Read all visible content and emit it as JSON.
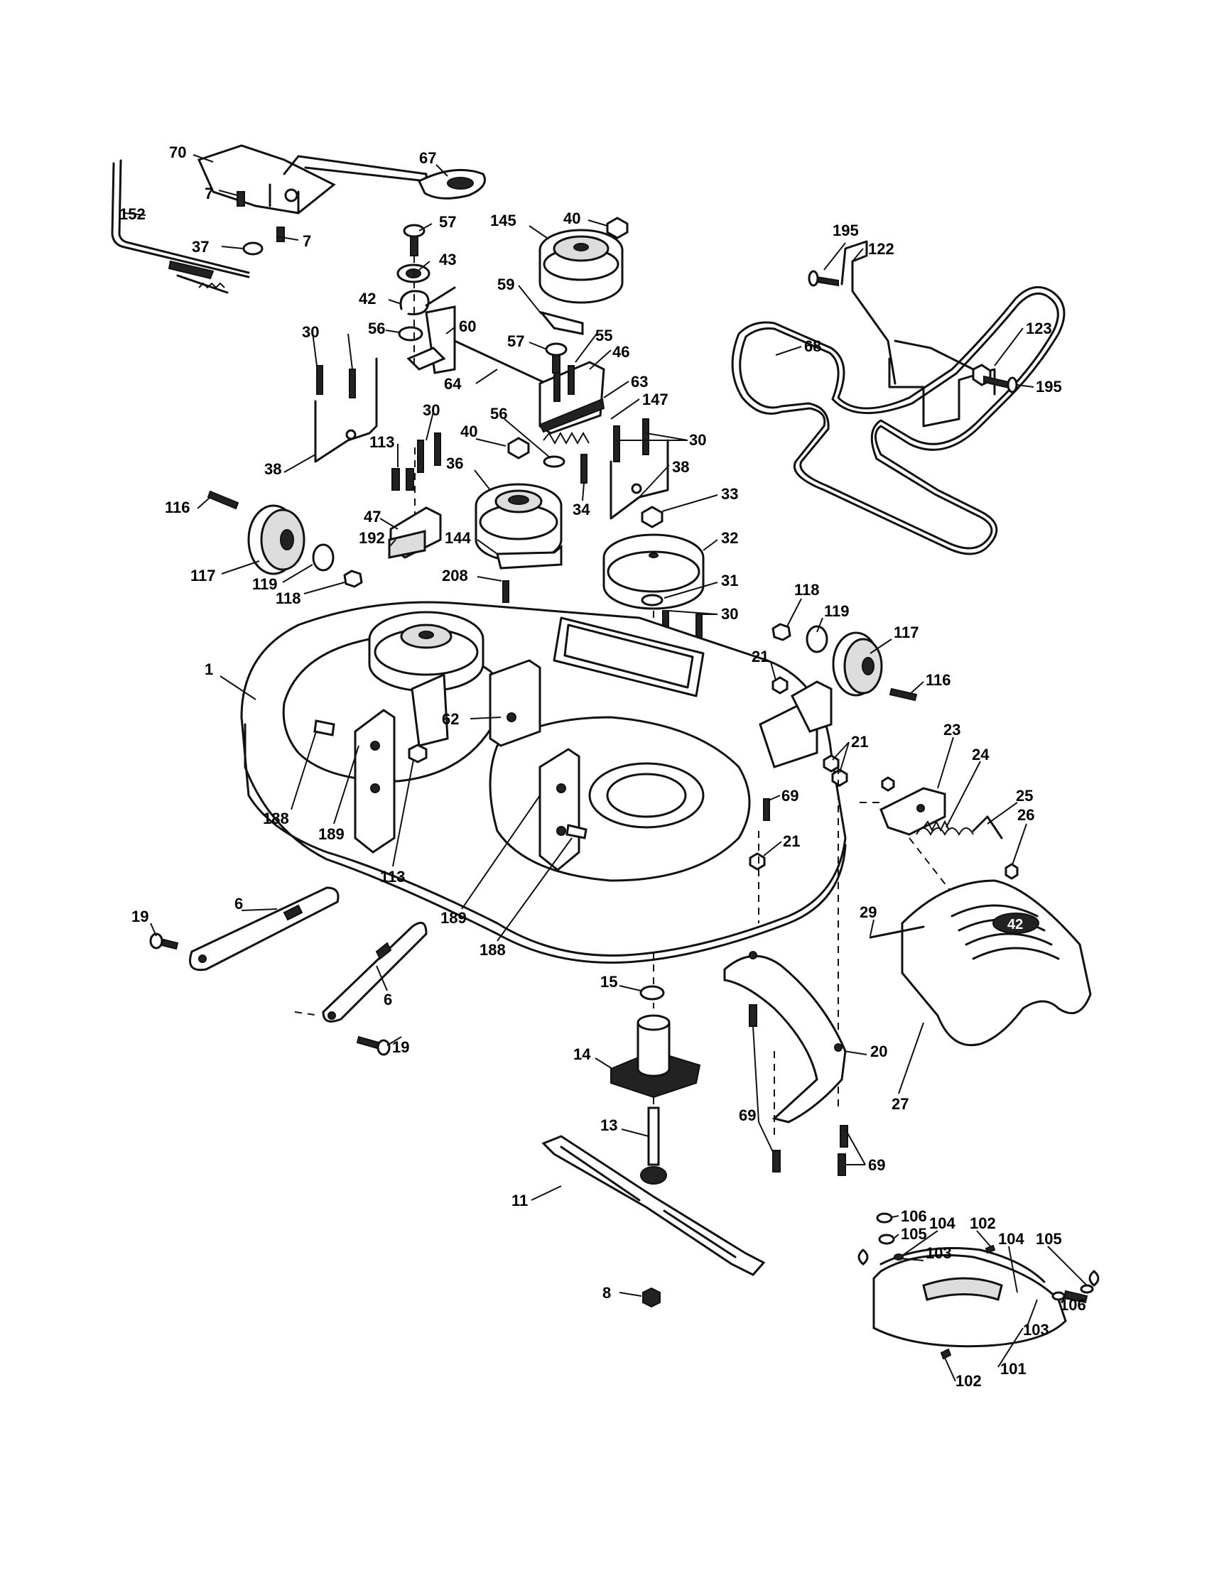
{
  "callouts": [
    {
      "id": "70",
      "label": "70"
    },
    {
      "id": "67",
      "label": "67"
    },
    {
      "id": "7a",
      "label": "7"
    },
    {
      "id": "7b",
      "label": "7"
    },
    {
      "id": "152",
      "label": "152"
    },
    {
      "id": "37",
      "label": "37"
    },
    {
      "id": "57a",
      "label": "57"
    },
    {
      "id": "43",
      "label": "43"
    },
    {
      "id": "42",
      "label": "42"
    },
    {
      "id": "56a",
      "label": "56"
    },
    {
      "id": "60",
      "label": "60"
    },
    {
      "id": "40a",
      "label": "40"
    },
    {
      "id": "145",
      "label": "145"
    },
    {
      "id": "59",
      "label": "59"
    },
    {
      "id": "57b",
      "label": "57"
    },
    {
      "id": "55",
      "label": "55"
    },
    {
      "id": "46",
      "label": "46"
    },
    {
      "id": "63",
      "label": "63"
    },
    {
      "id": "147",
      "label": "147"
    },
    {
      "id": "64",
      "label": "64"
    },
    {
      "id": "30a",
      "label": "30"
    },
    {
      "id": "30b",
      "label": "30"
    },
    {
      "id": "30c",
      "label": "30"
    },
    {
      "id": "38a",
      "label": "38"
    },
    {
      "id": "38b",
      "label": "38"
    },
    {
      "id": "113a",
      "label": "113"
    },
    {
      "id": "40b",
      "label": "40"
    },
    {
      "id": "56b",
      "label": "56"
    },
    {
      "id": "36",
      "label": "36"
    },
    {
      "id": "34",
      "label": "34"
    },
    {
      "id": "33",
      "label": "33"
    },
    {
      "id": "32",
      "label": "32"
    },
    {
      "id": "31",
      "label": "31"
    },
    {
      "id": "30d",
      "label": "30"
    },
    {
      "id": "116a",
      "label": "116"
    },
    {
      "id": "117a",
      "label": "117"
    },
    {
      "id": "119a",
      "label": "119"
    },
    {
      "id": "118a",
      "label": "118"
    },
    {
      "id": "47",
      "label": "47"
    },
    {
      "id": "192",
      "label": "192"
    },
    {
      "id": "144",
      "label": "144"
    },
    {
      "id": "208",
      "label": "208"
    },
    {
      "id": "195a",
      "label": "195"
    },
    {
      "id": "122",
      "label": "122"
    },
    {
      "id": "68",
      "label": "68"
    },
    {
      "id": "123",
      "label": "123"
    },
    {
      "id": "195b",
      "label": "195"
    },
    {
      "id": "118b",
      "label": "118"
    },
    {
      "id": "119b",
      "label": "119"
    },
    {
      "id": "117b",
      "label": "117"
    },
    {
      "id": "116b",
      "label": "116"
    },
    {
      "id": "1",
      "label": "1"
    },
    {
      "id": "62",
      "label": "62"
    },
    {
      "id": "21a",
      "label": "21"
    },
    {
      "id": "21b",
      "label": "21"
    },
    {
      "id": "21c",
      "label": "21"
    },
    {
      "id": "69a",
      "label": "69"
    },
    {
      "id": "23",
      "label": "23"
    },
    {
      "id": "24",
      "label": "24"
    },
    {
      "id": "25",
      "label": "25"
    },
    {
      "id": "26",
      "label": "26"
    },
    {
      "id": "188a",
      "label": "188"
    },
    {
      "id": "189a",
      "label": "189"
    },
    {
      "id": "113b",
      "label": "113"
    },
    {
      "id": "189b",
      "label": "189"
    },
    {
      "id": "188b",
      "label": "188"
    },
    {
      "id": "19a",
      "label": "19"
    },
    {
      "id": "6a",
      "label": "6"
    },
    {
      "id": "6b",
      "label": "6"
    },
    {
      "id": "19b",
      "label": "19"
    },
    {
      "id": "15",
      "label": "15"
    },
    {
      "id": "14",
      "label": "14"
    },
    {
      "id": "13",
      "label": "13"
    },
    {
      "id": "11",
      "label": "11"
    },
    {
      "id": "8",
      "label": "8"
    },
    {
      "id": "29",
      "label": "29"
    },
    {
      "id": "20",
      "label": "20"
    },
    {
      "id": "27",
      "label": "27"
    },
    {
      "id": "69b",
      "label": "69"
    },
    {
      "id": "69c",
      "label": "69"
    },
    {
      "id": "106a",
      "label": "106"
    },
    {
      "id": "105a",
      "label": "105"
    },
    {
      "id": "104a",
      "label": "104"
    },
    {
      "id": "102a",
      "label": "102"
    },
    {
      "id": "103a",
      "label": "103"
    },
    {
      "id": "104b",
      "label": "104"
    },
    {
      "id": "105b",
      "label": "105"
    },
    {
      "id": "106b",
      "label": "106"
    },
    {
      "id": "103b",
      "label": "103"
    },
    {
      "id": "101",
      "label": "101"
    },
    {
      "id": "102b",
      "label": "102"
    }
  ],
  "cover_emblem": "42"
}
